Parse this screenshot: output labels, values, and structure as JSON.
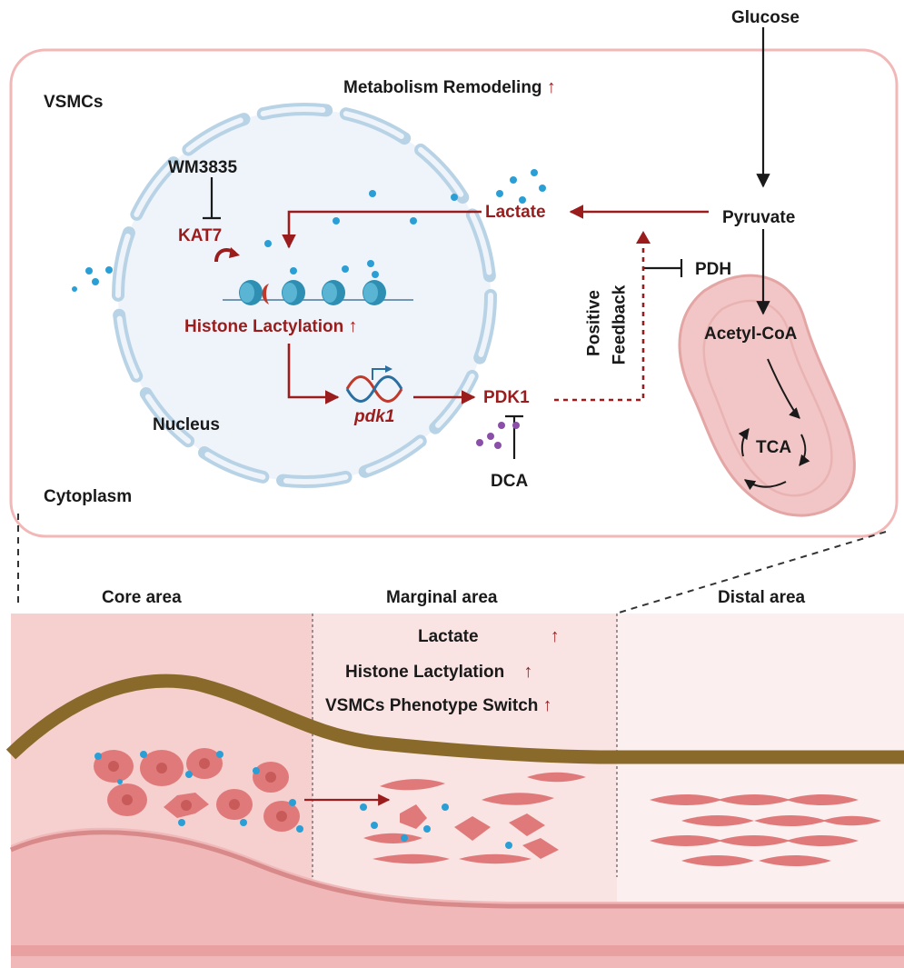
{
  "labels": {
    "glucose": "Glucose",
    "vsmcs": "VSMCs",
    "metabolism": "Metabolism Remodeling",
    "wm3835": "WM3835",
    "kat7": "KAT7",
    "lactate": "Lactate",
    "pyruvate": "Pyruvate",
    "pdh": "PDH",
    "acetyl_coa": "Acetyl-CoA",
    "histone_lactylation": "Histone Lactylation",
    "positive": "Positive",
    "feedback": "Feedback",
    "pdk1_gene": "pdk1",
    "pdk1_protein": "PDK1",
    "nucleus": "Nucleus",
    "tca": "TCA",
    "dca": "DCA",
    "cytoplasm": "Cytoplasm"
  },
  "areas": {
    "core": "Core area",
    "marginal": "Marginal area",
    "distal": "Distal area"
  },
  "marginal_list": {
    "lactate": "Lactate",
    "histone_lactylation": "Histone Lactylation",
    "phenotype_switch": "VSMCs Phenotype Switch"
  },
  "colors": {
    "accent_red": "#9b1c1c",
    "cell_border": "#f2b8b8",
    "lactate_dot": "#2a9fd6",
    "dca_dot": "#8a4fa8",
    "elastic_lamina": "#8a6a2a",
    "vessel_wall": "#e8a6a6",
    "smooth_muscle": "#e07a7a"
  }
}
